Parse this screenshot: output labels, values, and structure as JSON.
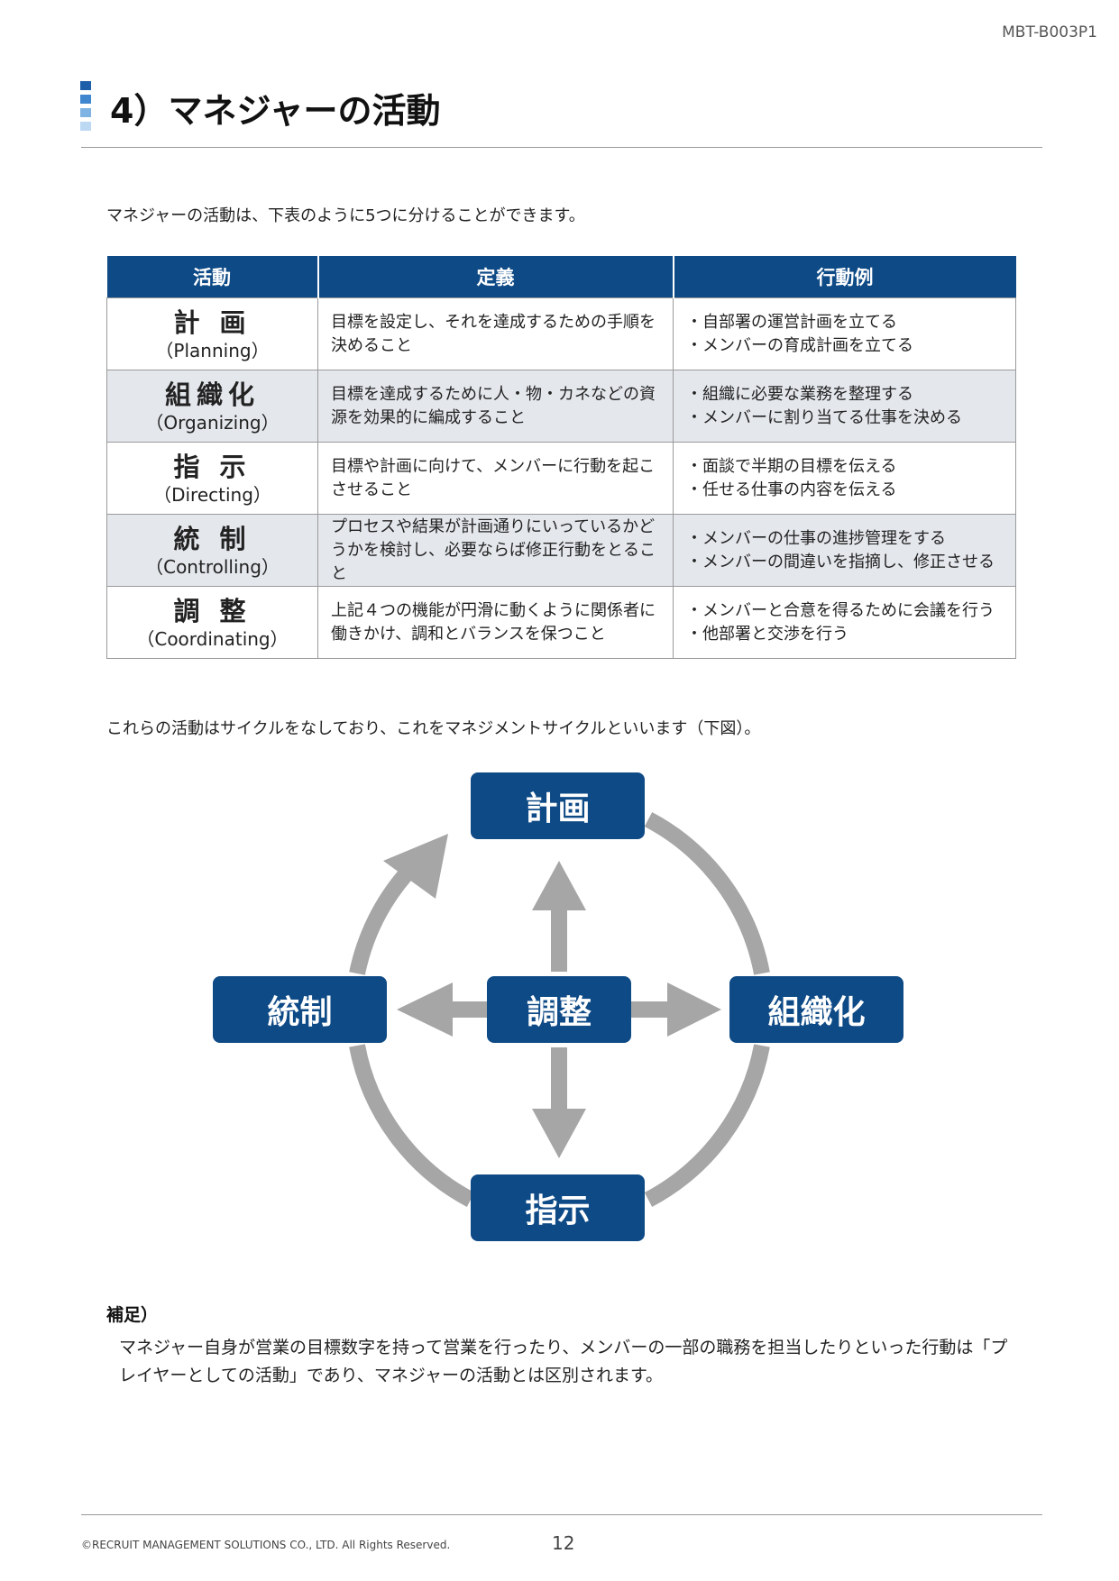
{
  "header": {
    "doc_code": "MBT-B003P1",
    "title": "4）マネジャーの活動",
    "mark_colors": [
      "#1d5fa8",
      "#3f86cf",
      "#7fb3e3",
      "#bcd8f2"
    ]
  },
  "intro": "マネジャーの活動は、下表のように5つに分けることができます。",
  "table": {
    "headers": [
      "活動",
      "定義",
      "行動例"
    ],
    "rows": [
      {
        "name": "計 画",
        "en": "（Planning）",
        "definition": "目標を設定し、それを達成するための手順を決めること",
        "examples": [
          "・自部署の運営計画を立てる",
          "・メンバーの育成計画を立てる"
        ]
      },
      {
        "name": "組織化",
        "en": "（Organizing）",
        "definition": "目標を達成するために人・物・カネなどの資源を効果的に編成すること",
        "examples": [
          "・組織に必要な業務を整理する",
          "・メンバーに割り当てる仕事を決める"
        ]
      },
      {
        "name": "指 示",
        "en": "（Directing）",
        "definition": "目標や計画に向けて、メンバーに行動を起こさせること",
        "examples": [
          "・面談で半期の目標を伝える",
          "・任せる仕事の内容を伝える"
        ]
      },
      {
        "name": "統 制",
        "en": "（Controlling）",
        "definition": "プロセスや結果が計画通りにいっているかどうかを検討し、必要ならば修正行動をとること",
        "examples": [
          "・メンバーの仕事の進捗管理をする",
          "・メンバーの間違いを指摘し、修正させる"
        ]
      },
      {
        "name": "調 整",
        "en": "（Coordinating）",
        "definition": "上記４つの機能が円滑に動くように関係者に働きかけ、調和とバランスを保つこと",
        "examples": [
          "・メンバーと合意を得るために会議を行う",
          "・他部署と交渉を行う"
        ]
      }
    ]
  },
  "cycle_note": "これらの活動はサイクルをなしており、これをマネジメントサイクルといいます（下図）。",
  "diagram": {
    "node_color": "#0e4a86",
    "arrow_color": "#a6a6a6",
    "top": "計画",
    "right": "組織化",
    "bottom": "指示",
    "left": "統制",
    "center": "調整"
  },
  "supplement": {
    "title": "補足）",
    "text": "マネジャー自身が営業の目標数字を持って営業を行ったり、メンバーの一部の職務を担当したりといった行動は「プレイヤーとしての活動」であり、マネジャーの活動とは区別されます。"
  },
  "footer": {
    "copyright": "©RECRUIT MANAGEMENT SOLUTIONS CO., LTD. All Rights Reserved.",
    "page_number": "12"
  }
}
